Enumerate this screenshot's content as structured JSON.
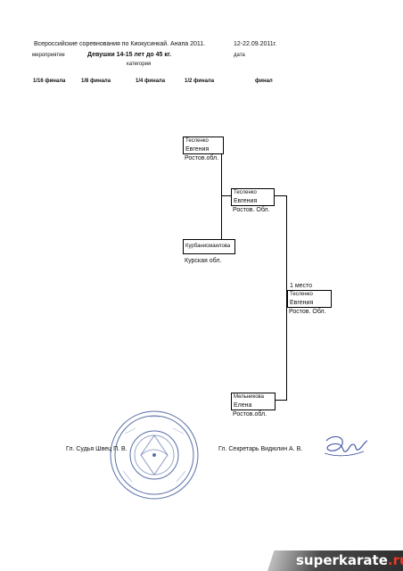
{
  "header": {
    "event_title": "Всероссийские соревнования по Киокусинкай. Анапа 2011.",
    "dates": "12-22.09.2011г.",
    "event_label": "мероприятие",
    "category_value": "Девушки 14-15 лет до 45 кг.",
    "date_label": "дата",
    "category_label": "категория"
  },
  "rounds": [
    "1/16 финала",
    "1/8 финала",
    "1/4 финала",
    "1/2 финала",
    "финал"
  ],
  "bracket": {
    "semi_top": {
      "surname": "Тесленко",
      "name": "Евгения",
      "region": "Ростов.обл."
    },
    "semi_bottom": {
      "surname": "Курбанисмаилова",
      "name": "",
      "region": "Курская обл."
    },
    "semi_winner": {
      "surname": "Тесленко",
      "name": "Евгения",
      "region": "Ростов. Обл."
    },
    "final_other": {
      "surname": "Мельникова",
      "name": "Елена",
      "region": "Ростов.обл."
    },
    "champion_label": "1 место",
    "champion": {
      "surname": "Тесленко",
      "name": "Евгения",
      "region": "Ростов. Обл."
    }
  },
  "signatures": {
    "judge": "Гл. Судья   Швец П. В.",
    "secretary": "Гл. Секретарь  Видюлин А. В."
  },
  "watermark": {
    "brand": "superkarate",
    "tld": ".ru"
  },
  "colors": {
    "ink": "#111111",
    "stamp": "#5a6fa8",
    "brand_red": "#e53a2b"
  }
}
